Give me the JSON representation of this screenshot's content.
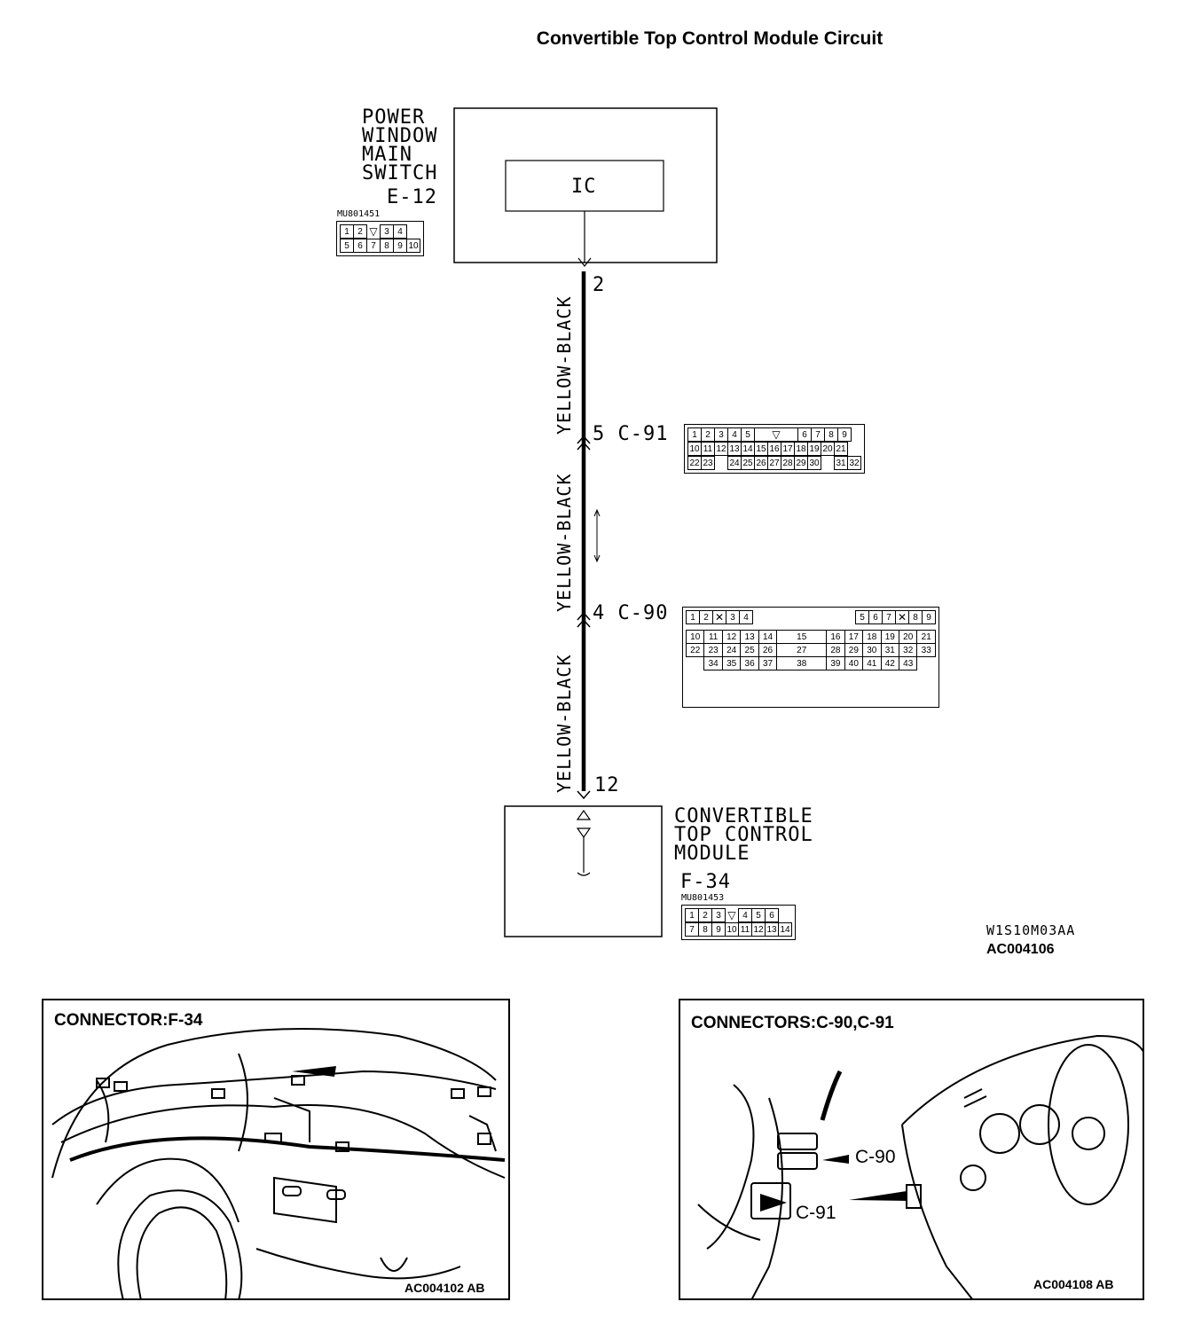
{
  "title": "Convertible Top Control Module Circuit",
  "power_window_switch": {
    "label_lines": [
      "POWER",
      "WINDOW",
      "MAIN",
      "SWITCH"
    ],
    "connector_id": "E-12",
    "part_no": "MU801451",
    "ic_label": "IC",
    "pins_row1": [
      "1",
      "2",
      "",
      "3",
      "4"
    ],
    "pins_row2": [
      "5",
      "6",
      "7",
      "8",
      "9",
      "10"
    ]
  },
  "wires": {
    "segment1_label": "YELLOW-BLACK",
    "segment2_label": "YELLOW-BLACK",
    "segment3_label": "YELLOW-BLACK",
    "pin_top": "2",
    "c91_ref": "5 C-91",
    "c90_ref": "4 C-90",
    "pin_bottom": "12"
  },
  "c91_pins": {
    "row1": [
      "1",
      "2",
      "3",
      "4",
      "5",
      "",
      "6",
      "7",
      "8",
      "9"
    ],
    "row2": [
      "10",
      "11",
      "12",
      "13",
      "14",
      "15",
      "16",
      "17",
      "18",
      "19",
      "20",
      "21"
    ],
    "row3": [
      "22",
      "23",
      "",
      "24",
      "25",
      "26",
      "27",
      "28",
      "29",
      "30",
      "",
      "31",
      "32"
    ]
  },
  "c90_pins": {
    "row1": [
      "1",
      "2",
      "",
      "3",
      "4",
      "5",
      "6",
      "7",
      "",
      "8",
      "9"
    ],
    "row2": [
      "10",
      "11",
      "12",
      "13",
      "14",
      "15",
      "16",
      "17",
      "18",
      "19",
      "20",
      "21"
    ],
    "row3": [
      "22",
      "23",
      "24",
      "25",
      "26",
      "27",
      "28",
      "29",
      "30",
      "31",
      "32",
      "33"
    ],
    "row4": [
      "34",
      "35",
      "36",
      "37",
      "38",
      "39",
      "40",
      "41",
      "42",
      "43"
    ]
  },
  "module": {
    "label_lines": [
      "CONVERTIBLE",
      "TOP CONTROL",
      "MODULE"
    ],
    "connector_id": "F-34",
    "part_no": "MU801453",
    "pins_row1": [
      "1",
      "2",
      "3",
      "",
      "4",
      "5",
      "6"
    ],
    "pins_row2": [
      "7",
      "8",
      "9",
      "10",
      "11",
      "12",
      "13",
      "14"
    ]
  },
  "figure_codes": {
    "code1": "W1S10M03AA",
    "code2": "AC004106"
  },
  "panel_left": {
    "heading": "CONNECTOR:F-34",
    "code": "AC004102 AB"
  },
  "panel_right": {
    "heading": "CONNECTORS:C-90,C-91",
    "label_c90": "C-90",
    "label_c91": "C-91",
    "code": "AC004108 AB"
  }
}
